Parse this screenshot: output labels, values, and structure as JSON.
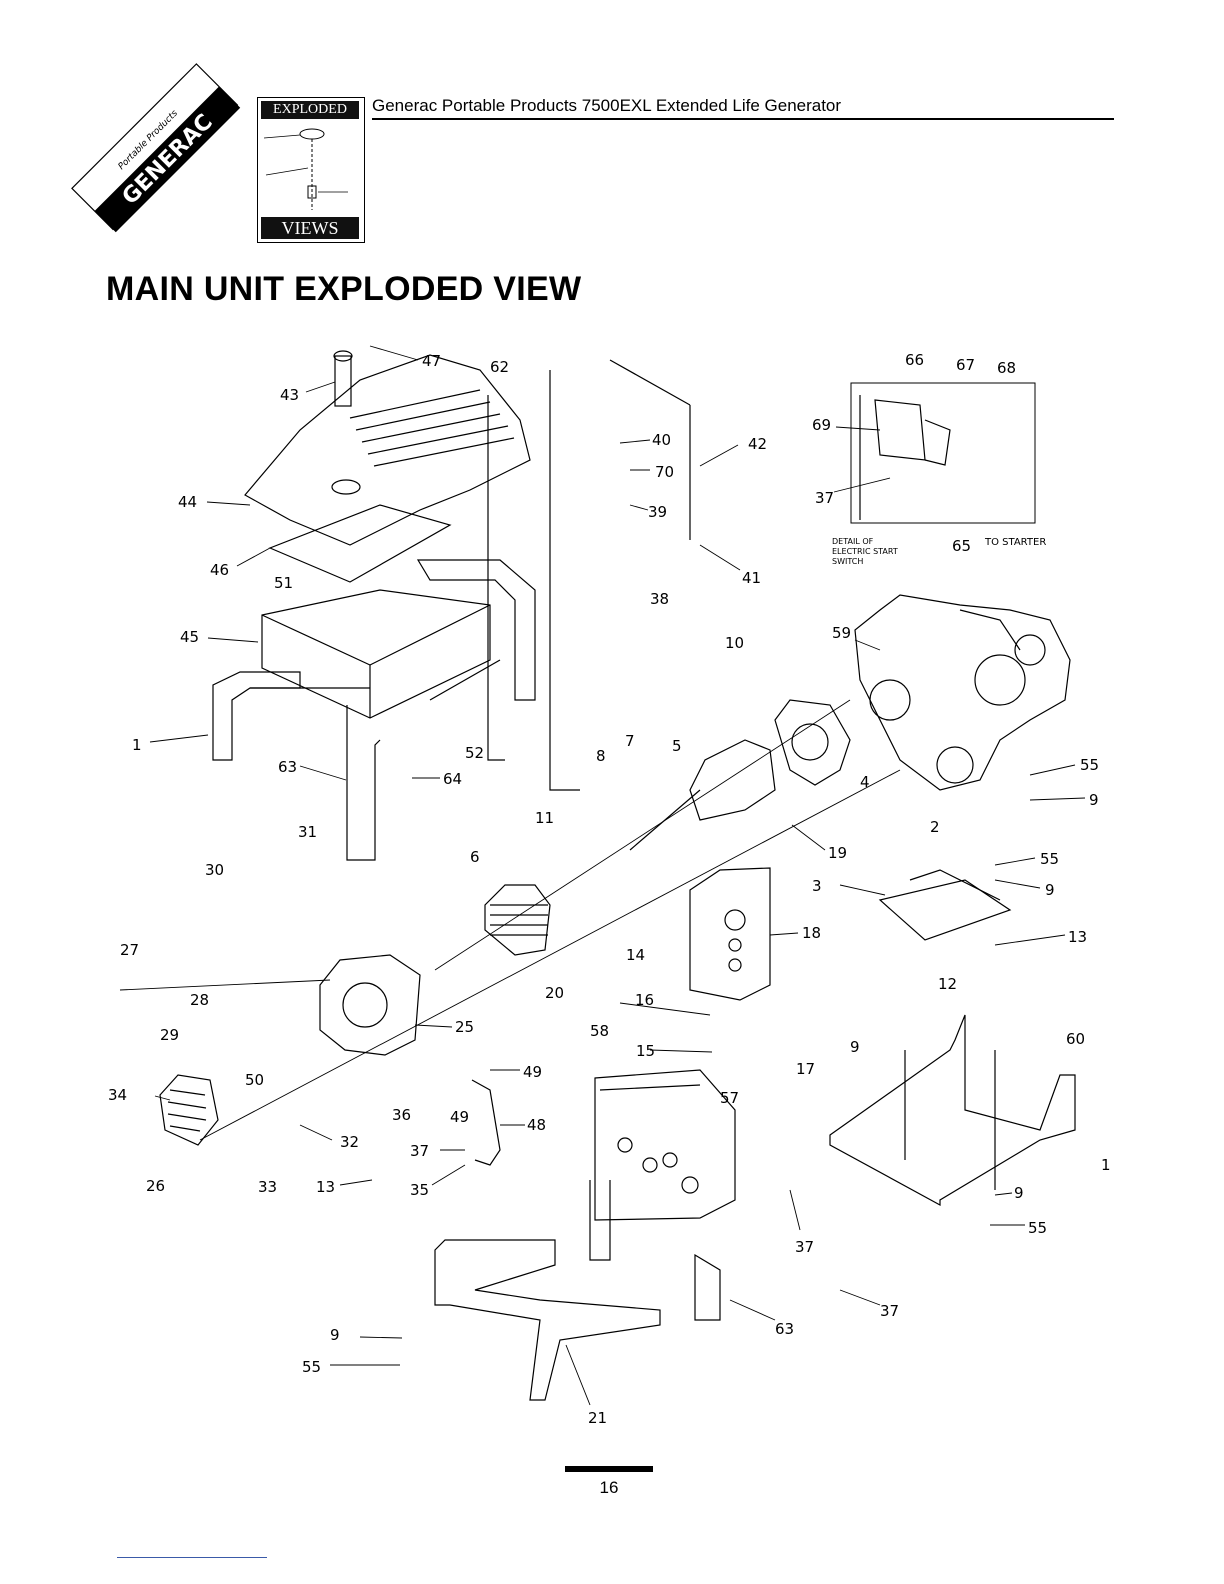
{
  "header": {
    "title": "Generac Portable Products 7500EXL Extended Life Generator"
  },
  "logo": {
    "brand": "GENERAC",
    "subtitle": "Portable Products",
    "icon": "generac-diamond-logo"
  },
  "badge": {
    "top_label": "EXPLODED",
    "bottom_label": "VIEWS",
    "icon": "exploded-parts-icon"
  },
  "main_title": "MAIN UNIT EXPLODED VIEW",
  "detail": {
    "line1": "DETAIL OF",
    "line2": "ELECTRIC START",
    "line3": "SWITCH",
    "to_starter": "TO STARTER"
  },
  "callouts": [
    "47",
    "43",
    "62",
    "44",
    "46",
    "51",
    "45",
    "1",
    "63",
    "64",
    "52",
    "40",
    "70",
    "39",
    "42",
    "41",
    "38",
    "10",
    "66",
    "67",
    "68",
    "69",
    "37",
    "65",
    "59",
    "5",
    "4",
    "8",
    "7",
    "11",
    "55",
    "9",
    "31",
    "30",
    "6",
    "19",
    "2",
    "3",
    "18",
    "13",
    "14",
    "27",
    "28",
    "29",
    "20",
    "12",
    "25",
    "16",
    "17",
    "15",
    "60",
    "58",
    "57",
    "34",
    "50",
    "36",
    "49",
    "48",
    "32",
    "26",
    "33",
    "35",
    "21"
  ],
  "page_number": "16"
}
